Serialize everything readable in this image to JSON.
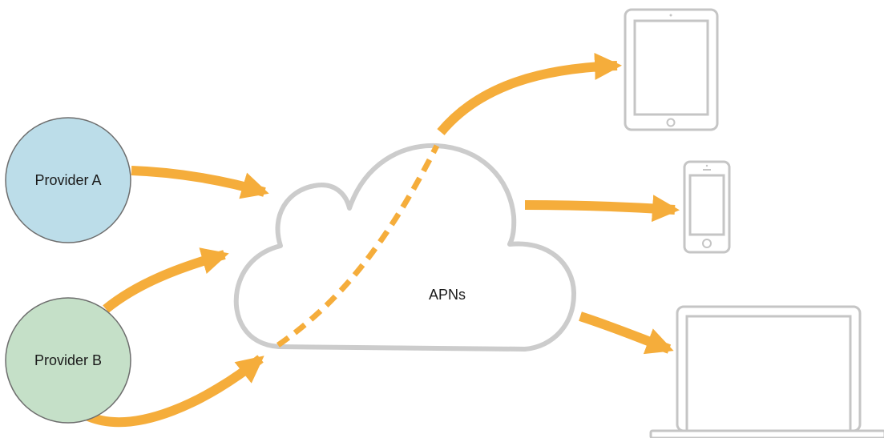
{
  "providers": [
    {
      "label": "Provider A",
      "fill": "#bcdde9"
    },
    {
      "label": "Provider B",
      "fill": "#c5e0c8"
    }
  ],
  "service": {
    "label": "APNs"
  },
  "devices": [
    "tablet-icon",
    "phone-icon",
    "laptop-icon"
  ],
  "colors": {
    "arrow": "#f5ad3b",
    "cloud_stroke": "#cccccc",
    "device_stroke": "#c5c5c5",
    "device_screen": "#c5c5c5",
    "circle_stroke": "#6d6d6d"
  }
}
